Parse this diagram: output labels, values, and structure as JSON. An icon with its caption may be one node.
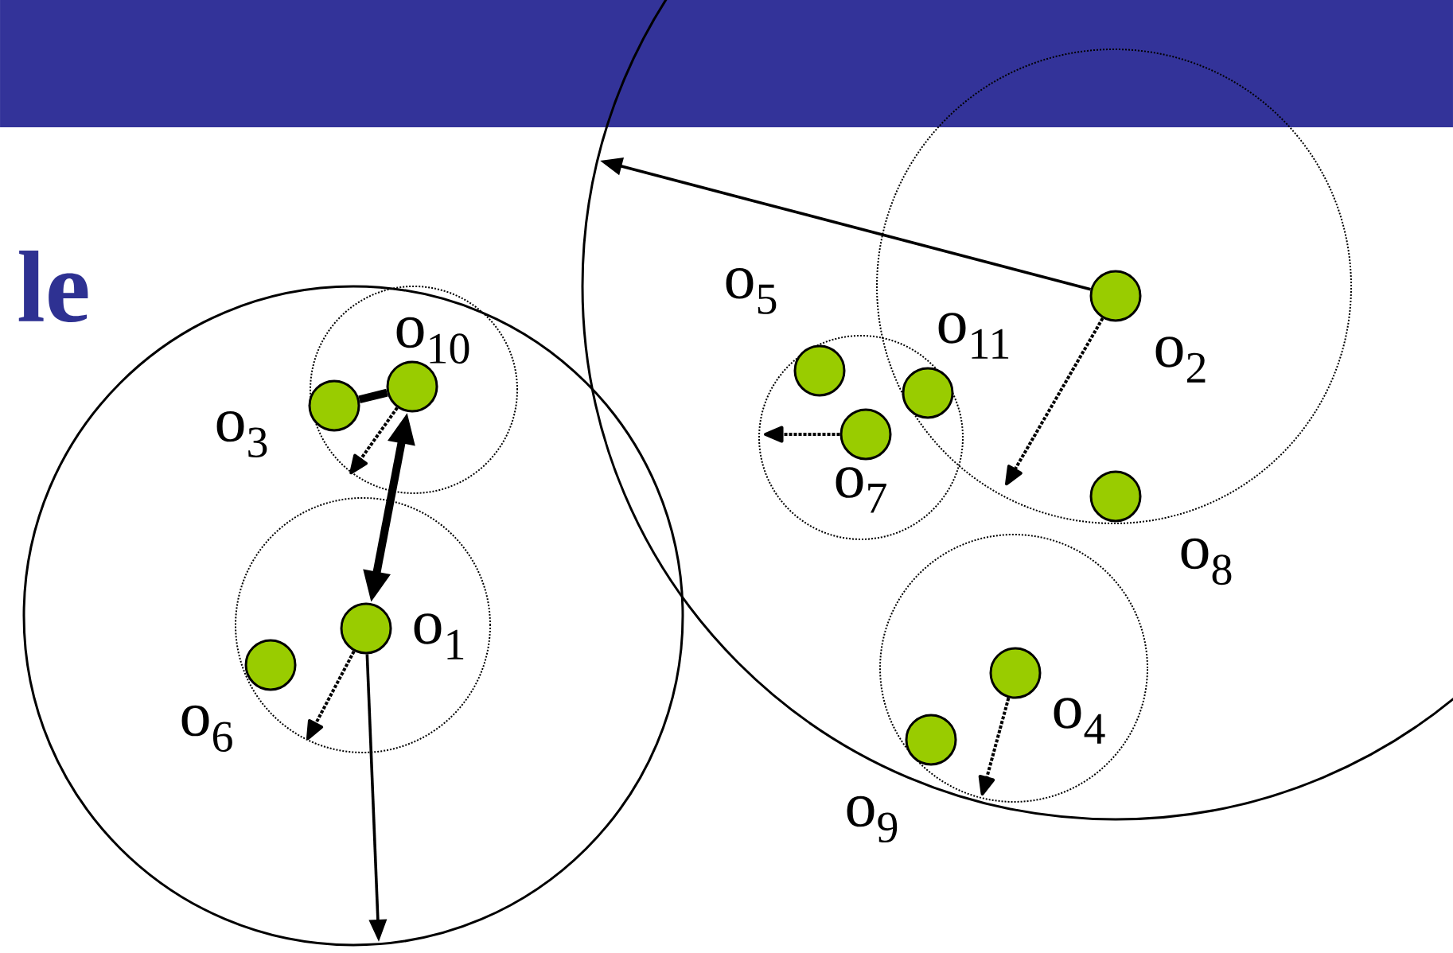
{
  "diagram": {
    "title": "le",
    "nodes": [
      {
        "text": [],
        "shape": "circle",
        "beside": [
          "o$_{2}$"
        ]
      },
      {
        "text": [],
        "shape": "circle",
        "beside": [
          "o$_{5}$"
        ]
      },
      {
        "text": [],
        "shape": "circle",
        "beside": [
          "o$_{10}$"
        ]
      },
      {
        "text": [],
        "shape": "circle",
        "beside": [
          "o$_{11}$"
        ]
      },
      {
        "text": [],
        "shape": "circle",
        "beside": [
          "o$_{3}$"
        ]
      },
      {
        "text": [],
        "shape": "circle",
        "beside": [
          "o$_{7}$"
        ]
      },
      {
        "text": [],
        "shape": "circle",
        "beside": [
          "o$_{8}$"
        ]
      },
      {
        "text": [],
        "shape": "circle",
        "beside": [
          "o$_{1}$"
        ]
      },
      {
        "text": [],
        "shape": "circle",
        "beside": [
          "o$_{6}$"
        ]
      },
      {
        "text": [],
        "shape": "circle",
        "beside": [
          "o$_{4}$"
        ]
      },
      {
        "text": [],
        "shape": "circle",
        "beside": [
          "o$_{9}$"
        ]
      }
    ],
    "edges": [
      {
        "from": 2,
        "to": null,
        "arrow": "to",
        "style": "dashed"
      },
      {
        "from": 4,
        "to": 2,
        "arrow": "none",
        "style": "thick"
      },
      {
        "from": 2,
        "to": 7,
        "arrow": "both",
        "style": "thick"
      },
      {
        "from": 7,
        "to": null,
        "arrow": "to",
        "style": "dashed"
      },
      {
        "from": 7,
        "to": null,
        "arrow": "to"
      },
      {
        "from": 0,
        "to": null,
        "arrow": "to"
      },
      {
        "from": 0,
        "to": null,
        "arrow": "to",
        "style": "dashed"
      },
      {
        "from": 5,
        "to": null,
        "arrow": "to",
        "style": "dashed"
      },
      {
        "from": 9,
        "to": null,
        "arrow": "to",
        "style": "dashed"
      }
    ]
  }
}
